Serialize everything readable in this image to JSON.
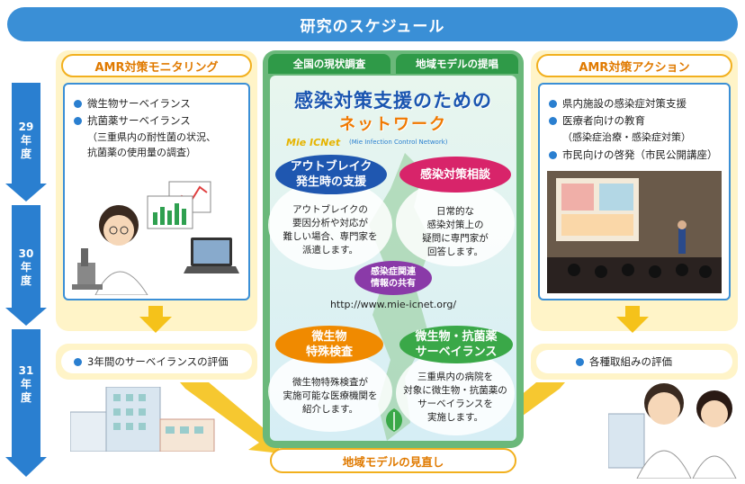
{
  "banner": "研究のスケジュール",
  "timeline": {
    "years": [
      "29\n年\n度",
      "30\n年\n度",
      "31\n年\n度"
    ]
  },
  "left": {
    "header": "AMR対策モニタリング",
    "items": [
      "微生物サーベイランス",
      "抗菌薬サーベイランス"
    ],
    "sub": [
      "（三重県内の耐性菌の状況、",
      "抗菌薬の使用量の調査）"
    ],
    "eval": "3年間のサーベイランスの評価"
  },
  "right": {
    "header": "AMR対策アクション",
    "items": [
      "県内施設の感染症対策支援",
      "医療者向けの教育",
      "市民向けの啓発（市民公開講座）"
    ],
    "sub": [
      "（感染症治療・感染症対策）"
    ],
    "eval": "各種取組みの評価"
  },
  "center": {
    "tab_left": "全国の現状調査",
    "tab_right": "地域モデルの提唱",
    "title_line1": "感染対策支援のための",
    "title_line2": "ネットワーク",
    "brand": "Mie ICNet",
    "brand_sub": "(Mie Infection Control Network)",
    "outbreak_title": "アウトブレイク\n発生時の支援",
    "outbreak_desc": "アウトブレイクの\n要因分析や対応が\n難しい場合、専門家を\n派遣します。",
    "consult_title": "感染対策相談",
    "consult_desc": "日常的な\n感染対策上の\n疑問に専門家が\n回答します。",
    "share": "感染症関連\n情報の共有",
    "url": "http://www.mie-icnet.org/",
    "micro_title": "微生物\n特殊検査",
    "micro_desc": "微生物特殊検査が\n実施可能な医療機関を\n紹介します。",
    "surv_title": "微生物・抗菌薬\nサーベイランス",
    "surv_desc": "三重県内の病院を\n対象に微生物・抗菌薬の\nサーベイランスを\n実施します。"
  },
  "bottom": "地域モデルの見直し",
  "colors": {
    "blue": "#3a8fd6",
    "orange": "#f07800",
    "green": "#2f9a48",
    "yellow": "#f5c21a"
  }
}
